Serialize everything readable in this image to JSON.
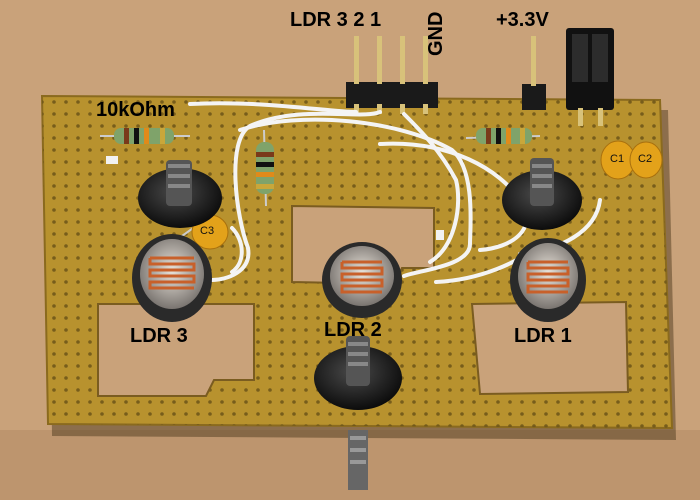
{
  "photo": {
    "header_labels": {
      "ldr_pins": "LDR 3 2 1",
      "gnd": "GND",
      "vcc": "+3.3V"
    },
    "resistor_label": "10kOhm",
    "capacitors": [
      "C1",
      "C2",
      "C3"
    ],
    "sensors": [
      "LDR 3",
      "LDR 2",
      "LDR 1"
    ],
    "colors": {
      "background": "#c9a27a",
      "board": "#b8922e",
      "copper_hole": "#6b5418",
      "wire": "#f4f4f4",
      "capacitor": "#e3a21a",
      "ldr_trace": "#c8602a",
      "header_black": "#1a1a1a",
      "pin_gold": "#d8c27a"
    }
  }
}
